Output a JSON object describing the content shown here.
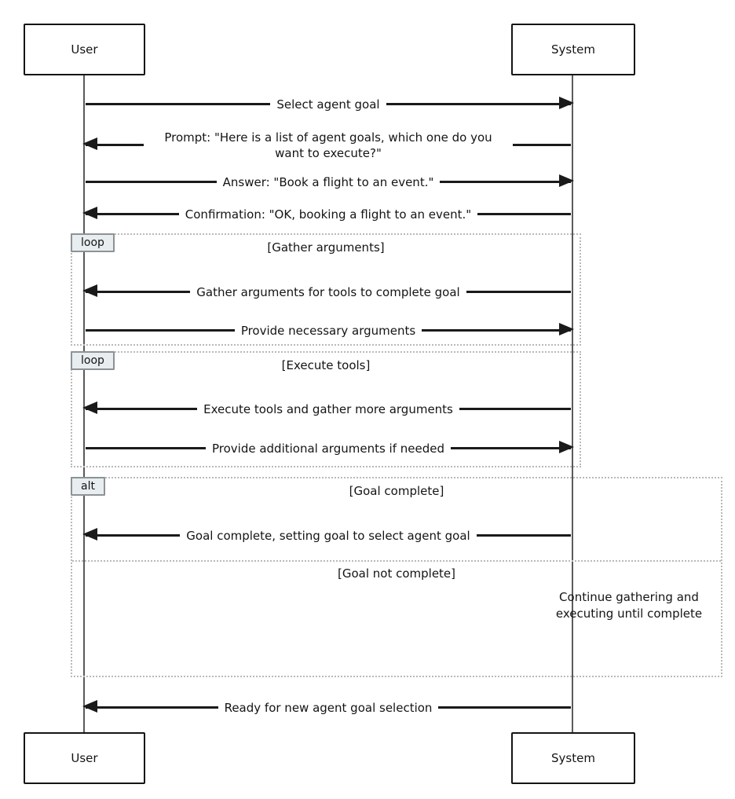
{
  "diagram": {
    "participants": {
      "user": "User",
      "system": "System"
    },
    "messages": [
      {
        "label": "Select agent goal",
        "from": "user",
        "to": "system"
      },
      {
        "label": "Prompt: \"Here is a list of agent goals, which one do you want to execute?\"",
        "from": "system",
        "to": "user"
      },
      {
        "label": "Answer: \"Book a flight to an event.\"",
        "from": "user",
        "to": "system"
      },
      {
        "label": "Confirmation: \"OK, booking a flight to an event.\"",
        "from": "system",
        "to": "user"
      },
      {
        "label": "Gather arguments for tools to complete goal",
        "from": "system",
        "to": "user"
      },
      {
        "label": "Provide necessary arguments",
        "from": "user",
        "to": "system"
      },
      {
        "label": "Execute tools and gather more arguments",
        "from": "system",
        "to": "user"
      },
      {
        "label": "Provide additional arguments if needed",
        "from": "user",
        "to": "system"
      },
      {
        "label": "Goal complete, setting goal to select agent goal",
        "from": "system",
        "to": "user"
      },
      {
        "label": "Ready for new agent goal selection",
        "from": "system",
        "to": "user"
      }
    ],
    "frames": [
      {
        "type": "loop",
        "condition": "[Gather arguments]"
      },
      {
        "type": "loop",
        "condition": "[Execute tools]"
      },
      {
        "type": "alt",
        "condition": "[Goal complete]",
        "else_condition": "[Goal not complete]"
      }
    ],
    "note": "Continue gathering and executing until complete",
    "colors": {
      "line": "#1a1a1a",
      "frame_border": "#b9b9b9",
      "frame_label_bg": "#e8edf0"
    }
  }
}
